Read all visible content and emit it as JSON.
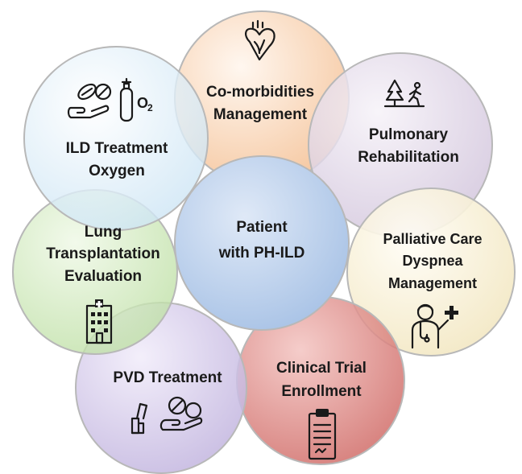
{
  "center": {
    "lines": [
      "Patient",
      "with PH-ILD"
    ],
    "color": "#c5d9f1"
  },
  "components": [
    {
      "key": "comorbidities",
      "lines": [
        "Co-morbidities",
        "Management"
      ],
      "color": "#fbd5b5",
      "icon": "heart-icon"
    },
    {
      "key": "pulmonary-rehab",
      "lines": [
        "Pulmonary",
        "Rehabilitation"
      ],
      "color": "#e4dcea",
      "icon": "walking-person-tree-icon"
    },
    {
      "key": "palliative-care",
      "lines": [
        "Palliative Care",
        "Dyspnea",
        "Management"
      ],
      "color": "#fdf6e0",
      "icon": "doctor-icon"
    },
    {
      "key": "clinical-trial",
      "lines": [
        "Clinical Trial",
        "Enrollment"
      ],
      "color": "#e0908d",
      "icon": "clipboard-icon"
    },
    {
      "key": "pvd-treatment",
      "lines": [
        "PVD Treatment"
      ],
      "color": "#d9d0ec",
      "icon": "inhaler-pills-icon"
    },
    {
      "key": "lung-transplant",
      "lines": [
        "Lung",
        "Transplantation",
        "Evaluation"
      ],
      "color": "#d3edc0",
      "icon": "hospital-icon"
    },
    {
      "key": "ild-treatment",
      "lines": [
        "ILD Treatment",
        "Oxygen"
      ],
      "color": "#e6f3fb",
      "icon": "pills-oxygen-icon"
    }
  ]
}
